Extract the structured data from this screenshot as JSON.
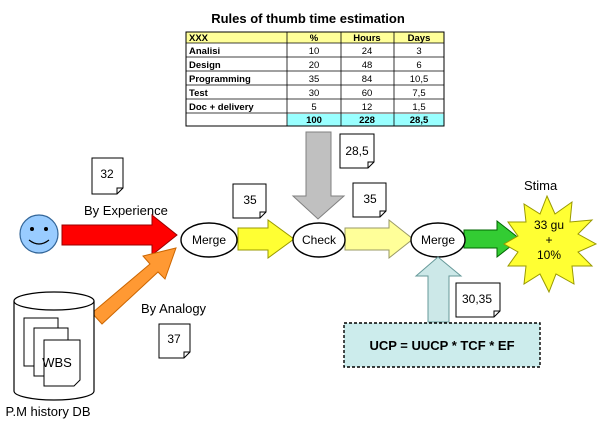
{
  "table": {
    "title": "Rules of thumb time estimation",
    "headers": [
      "XXX",
      "%",
      "Hours",
      "Days"
    ],
    "rows": [
      [
        "Analisi",
        "10",
        "24",
        "3"
      ],
      [
        "Design",
        "20",
        "48",
        "6"
      ],
      [
        "Programming",
        "35",
        "84",
        "10,5"
      ],
      [
        "Test",
        "30",
        "60",
        "7,5"
      ],
      [
        "Doc + delivery",
        "5",
        "12",
        "1,5"
      ]
    ],
    "totals": [
      "",
      "100",
      "228",
      "28,5"
    ]
  },
  "notes": {
    "experience_value": "32",
    "merge1_value": "35",
    "table_value": "28,5",
    "check_value": "35",
    "analogy_value": "37",
    "formula_value": "30,35"
  },
  "labels": {
    "by_experience": "By Experience",
    "by_analogy": "By Analogy",
    "history_db": "P.M history DB",
    "wbs": "WBS",
    "stima": "Stima",
    "formula": "UCP = UUCP * TCF * EF"
  },
  "nodes": {
    "merge1": "Merge",
    "check": "Check",
    "merge2": "Merge"
  },
  "burst": {
    "line1": "33 gu",
    "line2": "+",
    "line3": "10%"
  },
  "colors": {
    "table_header": "#ffff99",
    "table_totals": "#99ffff",
    "experience_arrow": "#ff0000",
    "analogy_arrow": "#ff9933",
    "merge_check_arrow": "#ffff33",
    "check_merge_arrow": "#ffff99",
    "merge_stima_arrow": "#33cc33",
    "down_arrow": "#c0c0c0",
    "up_arrow": "#cce8e8",
    "burst": "#ffff33",
    "smiley": "#99ccff",
    "formula_box": "#ccecec"
  }
}
